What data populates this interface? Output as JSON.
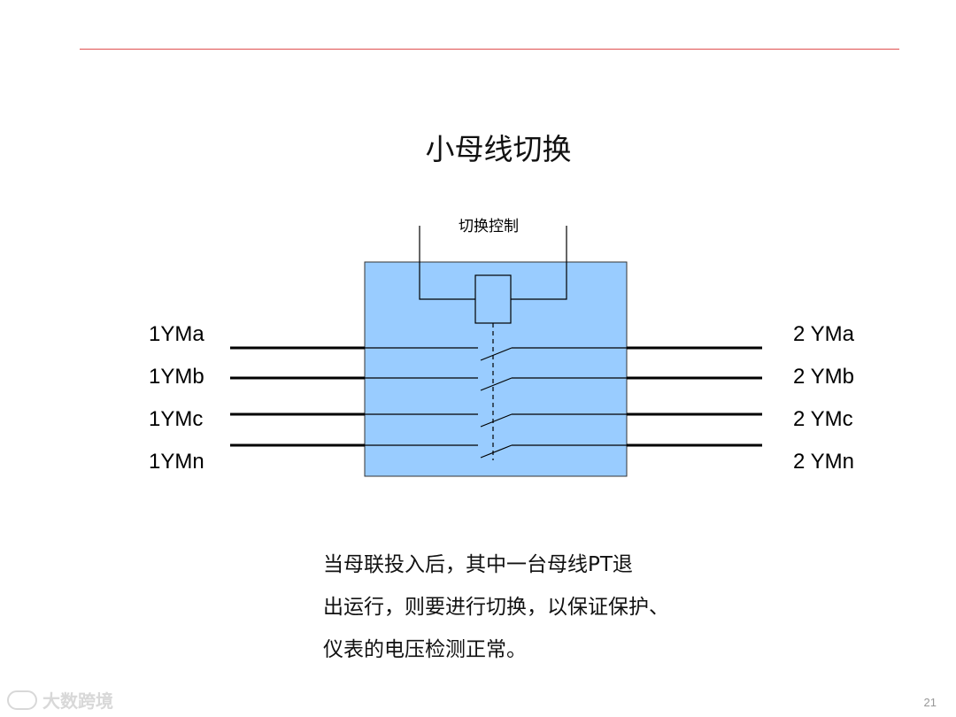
{
  "slide": {
    "title": "小母线切换",
    "page_number": "21",
    "logo_text": "大数跨境"
  },
  "diagram": {
    "control_label": "切换控制",
    "left_buses": [
      "1YMa",
      "1YMb",
      "1YMc",
      "1YMn"
    ],
    "right_buses": [
      "2 YMa",
      "2 YMb",
      "2 YMc",
      "2 YMn"
    ],
    "box_color": "#99ccff"
  },
  "description": {
    "lines": [
      "当母联投入后，其中一台母线PT退",
      "出运行，则要进行切换，以保证保护、",
      "仪表的电压检测正常。"
    ]
  }
}
